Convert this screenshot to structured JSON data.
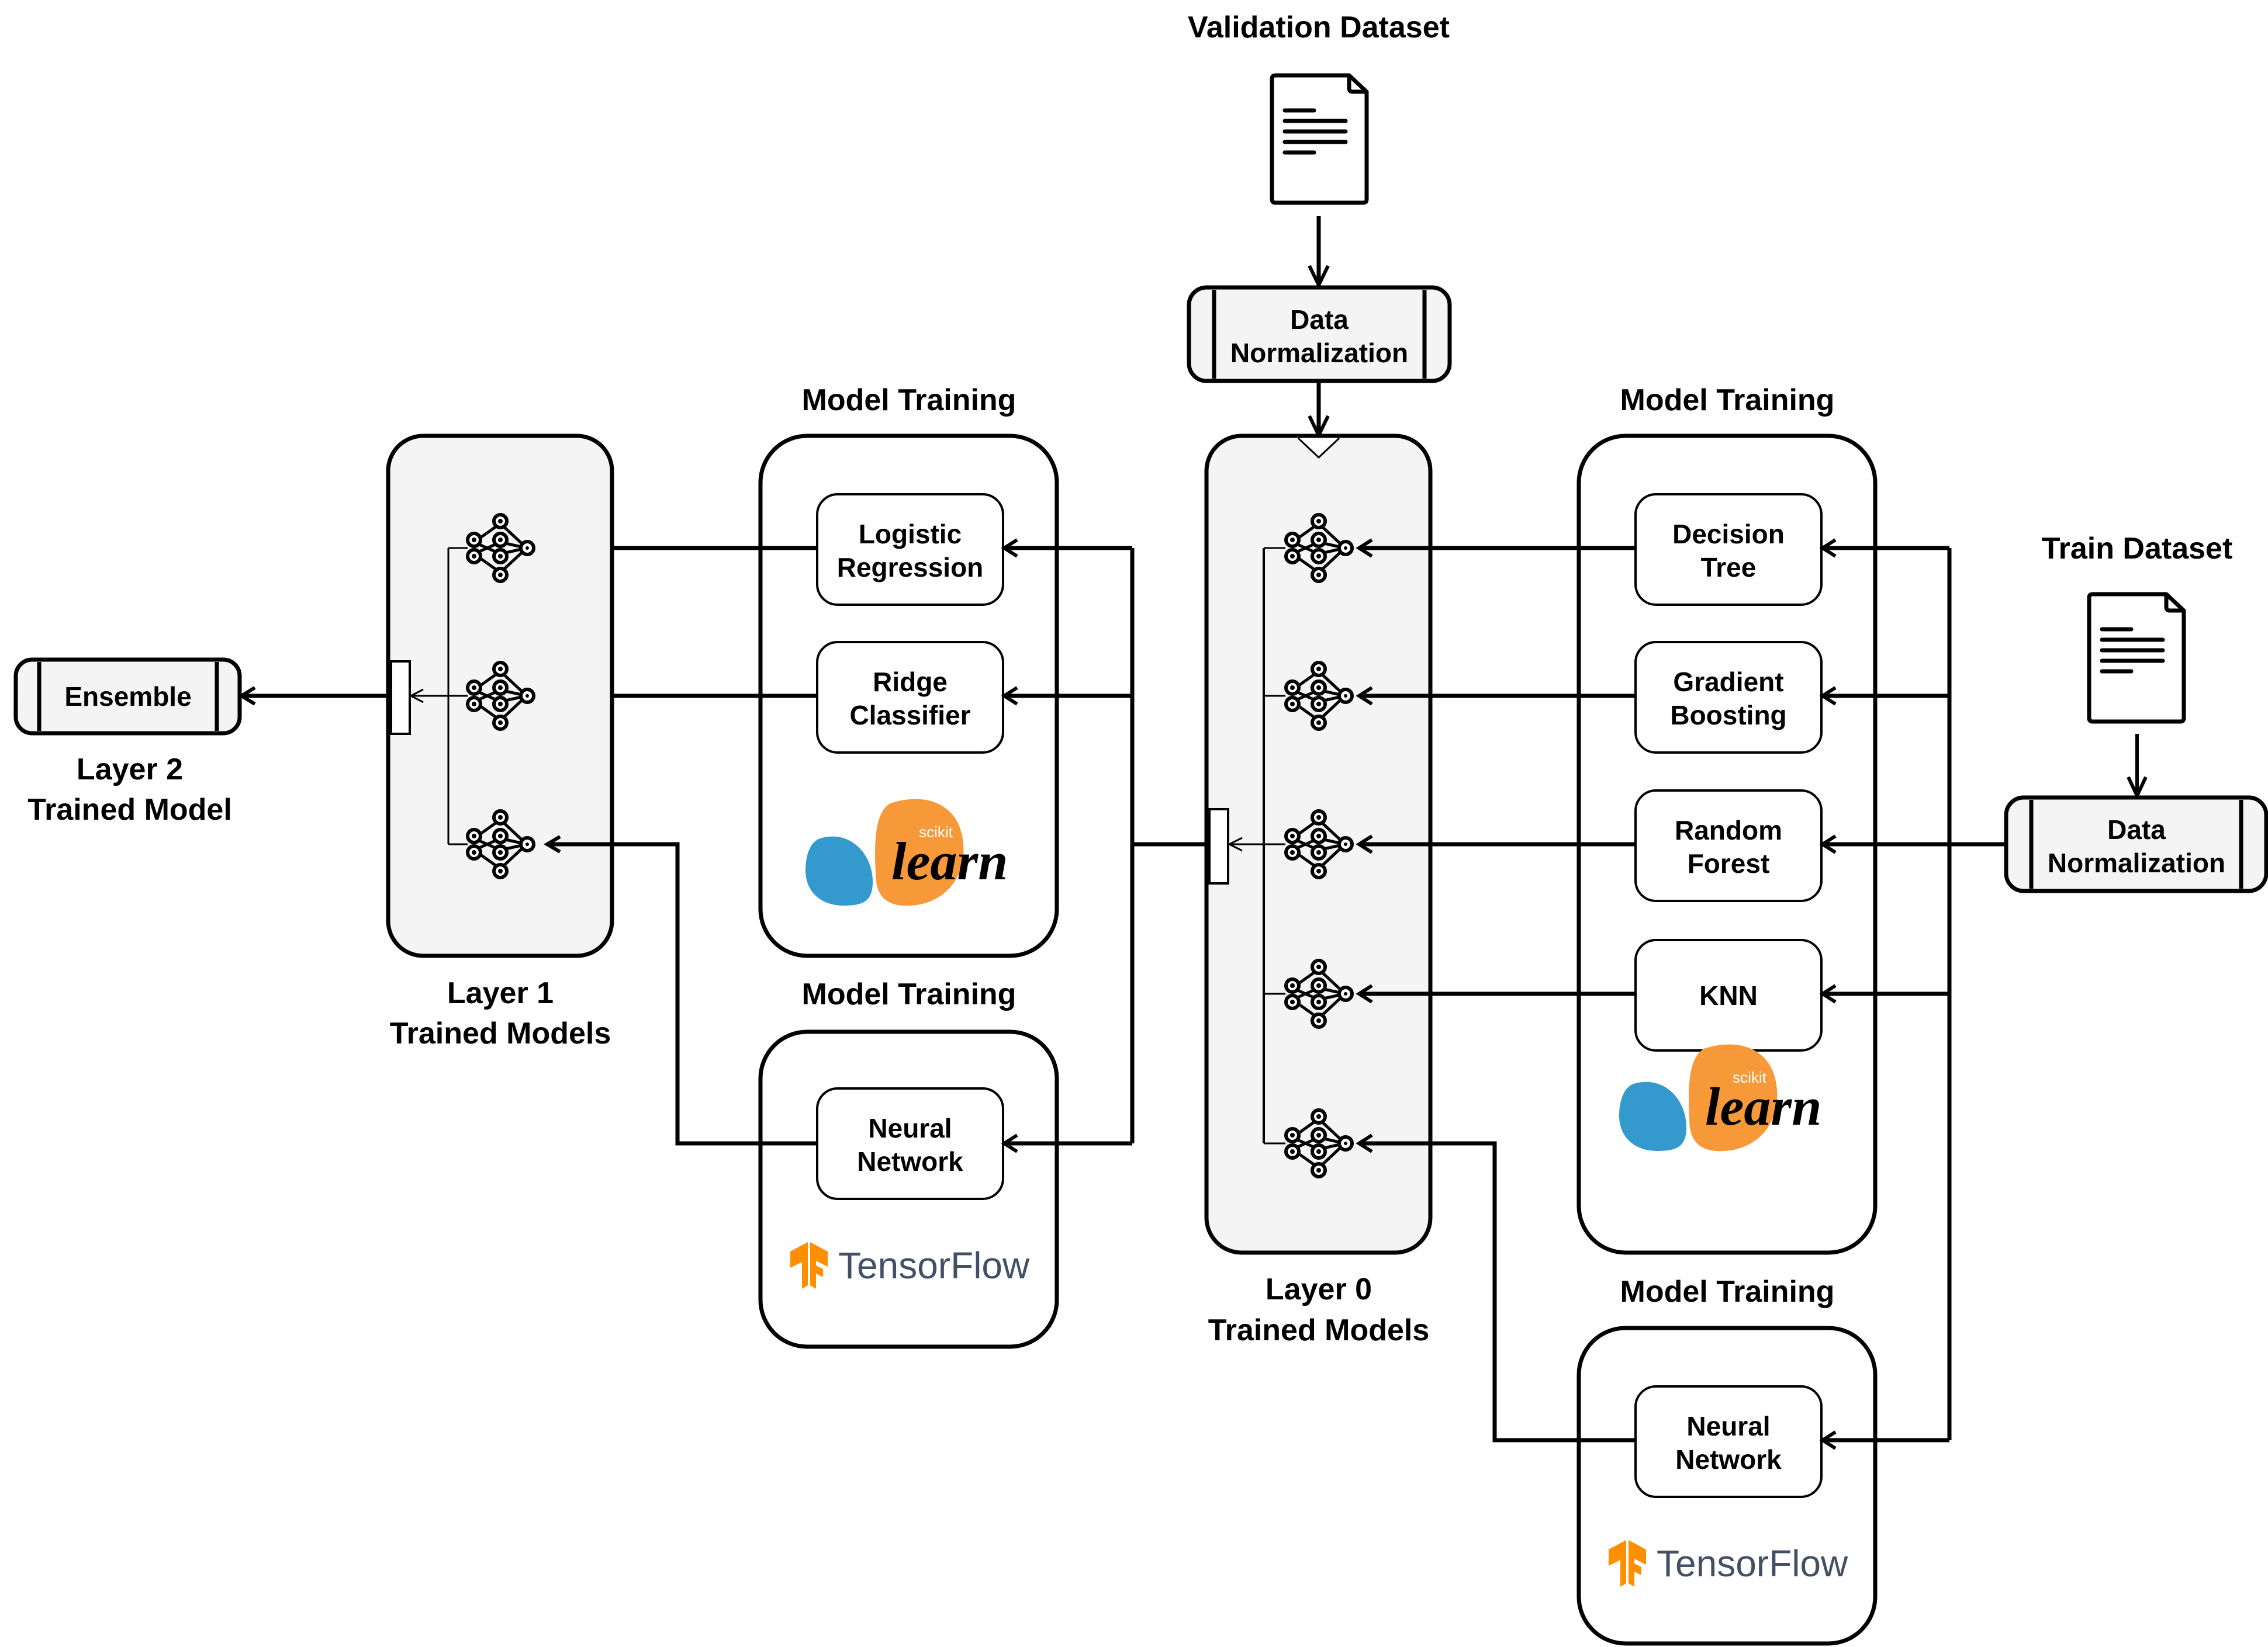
{
  "colors": {
    "stroke": "#000000",
    "panel_fill": "#f4f4f4",
    "sklearn_blue": "#3499cd",
    "sklearn_orange": "#f89939",
    "tensorflow_orange": "#ff8f00",
    "tensorflow_text": "#425066"
  },
  "validation": {
    "title": "Validation Dataset",
    "normalization": [
      "Data",
      "Normalization"
    ]
  },
  "train": {
    "title": "Train Dataset",
    "normalization": [
      "Data",
      "Normalization"
    ]
  },
  "layer0": {
    "label": [
      "Layer 0",
      "Trained Models"
    ],
    "model_count": 5
  },
  "layer1": {
    "label": [
      "Layer 1",
      "Trained Models"
    ],
    "model_count": 3
  },
  "layer2": {
    "box": "Ensemble",
    "label": [
      "Layer 2",
      "Trained Model"
    ]
  },
  "training_right_sklearn": {
    "title": "Model Training",
    "models": [
      [
        "Decision",
        "Tree"
      ],
      [
        "Gradient",
        "Boosting"
      ],
      [
        "Random",
        "Forest"
      ],
      [
        "KNN"
      ]
    ],
    "logo": {
      "small": "scikit",
      "big": "learn"
    }
  },
  "training_right_tf": {
    "title": "Model Training",
    "models": [
      [
        "Neural",
        "Network"
      ]
    ],
    "logo": {
      "text": "TensorFlow"
    }
  },
  "training_left_sklearn": {
    "title": "Model Training",
    "models": [
      [
        "Logistic",
        "Regression"
      ],
      [
        "Ridge",
        "Classifier"
      ]
    ],
    "logo": {
      "small": "scikit",
      "big": "learn"
    }
  },
  "training_left_tf": {
    "title": "Model Training",
    "models": [
      [
        "Neural",
        "Network"
      ]
    ],
    "logo": {
      "text": "TensorFlow"
    }
  }
}
